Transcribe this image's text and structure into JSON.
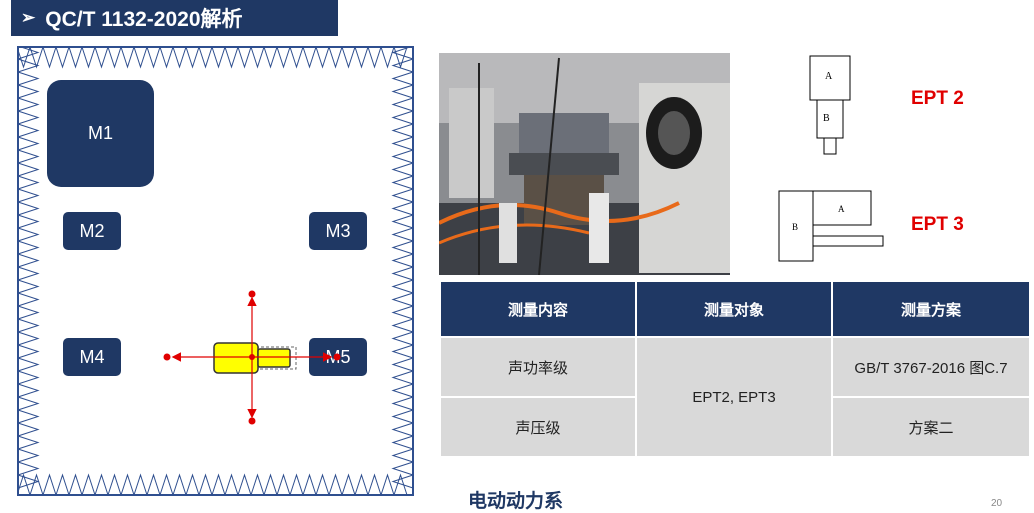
{
  "title": {
    "arrow": "➢",
    "text": "QC/T 1132-2020解析"
  },
  "mics": {
    "m1": "M1",
    "m2": "M2",
    "m3": "M3",
    "m4": "M4",
    "m5": "M5"
  },
  "epts": {
    "ept2": {
      "label": "EPT 2",
      "part_a": "A",
      "part_b": "B"
    },
    "ept3": {
      "label": "EPT 3",
      "part_a": "A",
      "part_b": "B"
    }
  },
  "table": {
    "headers": [
      "测量内容",
      "测量对象",
      "测量方案"
    ],
    "row1": {
      "content": "声功率级",
      "object": "EPT2, EPT3",
      "plan": "GB/T 3767-2016 图C.7"
    },
    "row2": {
      "content": "声压级",
      "plan": "方案二"
    }
  },
  "footer": {
    "section": "电动动力系",
    "page": "20"
  },
  "colors": {
    "navy": "#1f3864",
    "red": "#e00000",
    "yellow": "#ffff00",
    "chamber_border": "#2f4f8f"
  }
}
